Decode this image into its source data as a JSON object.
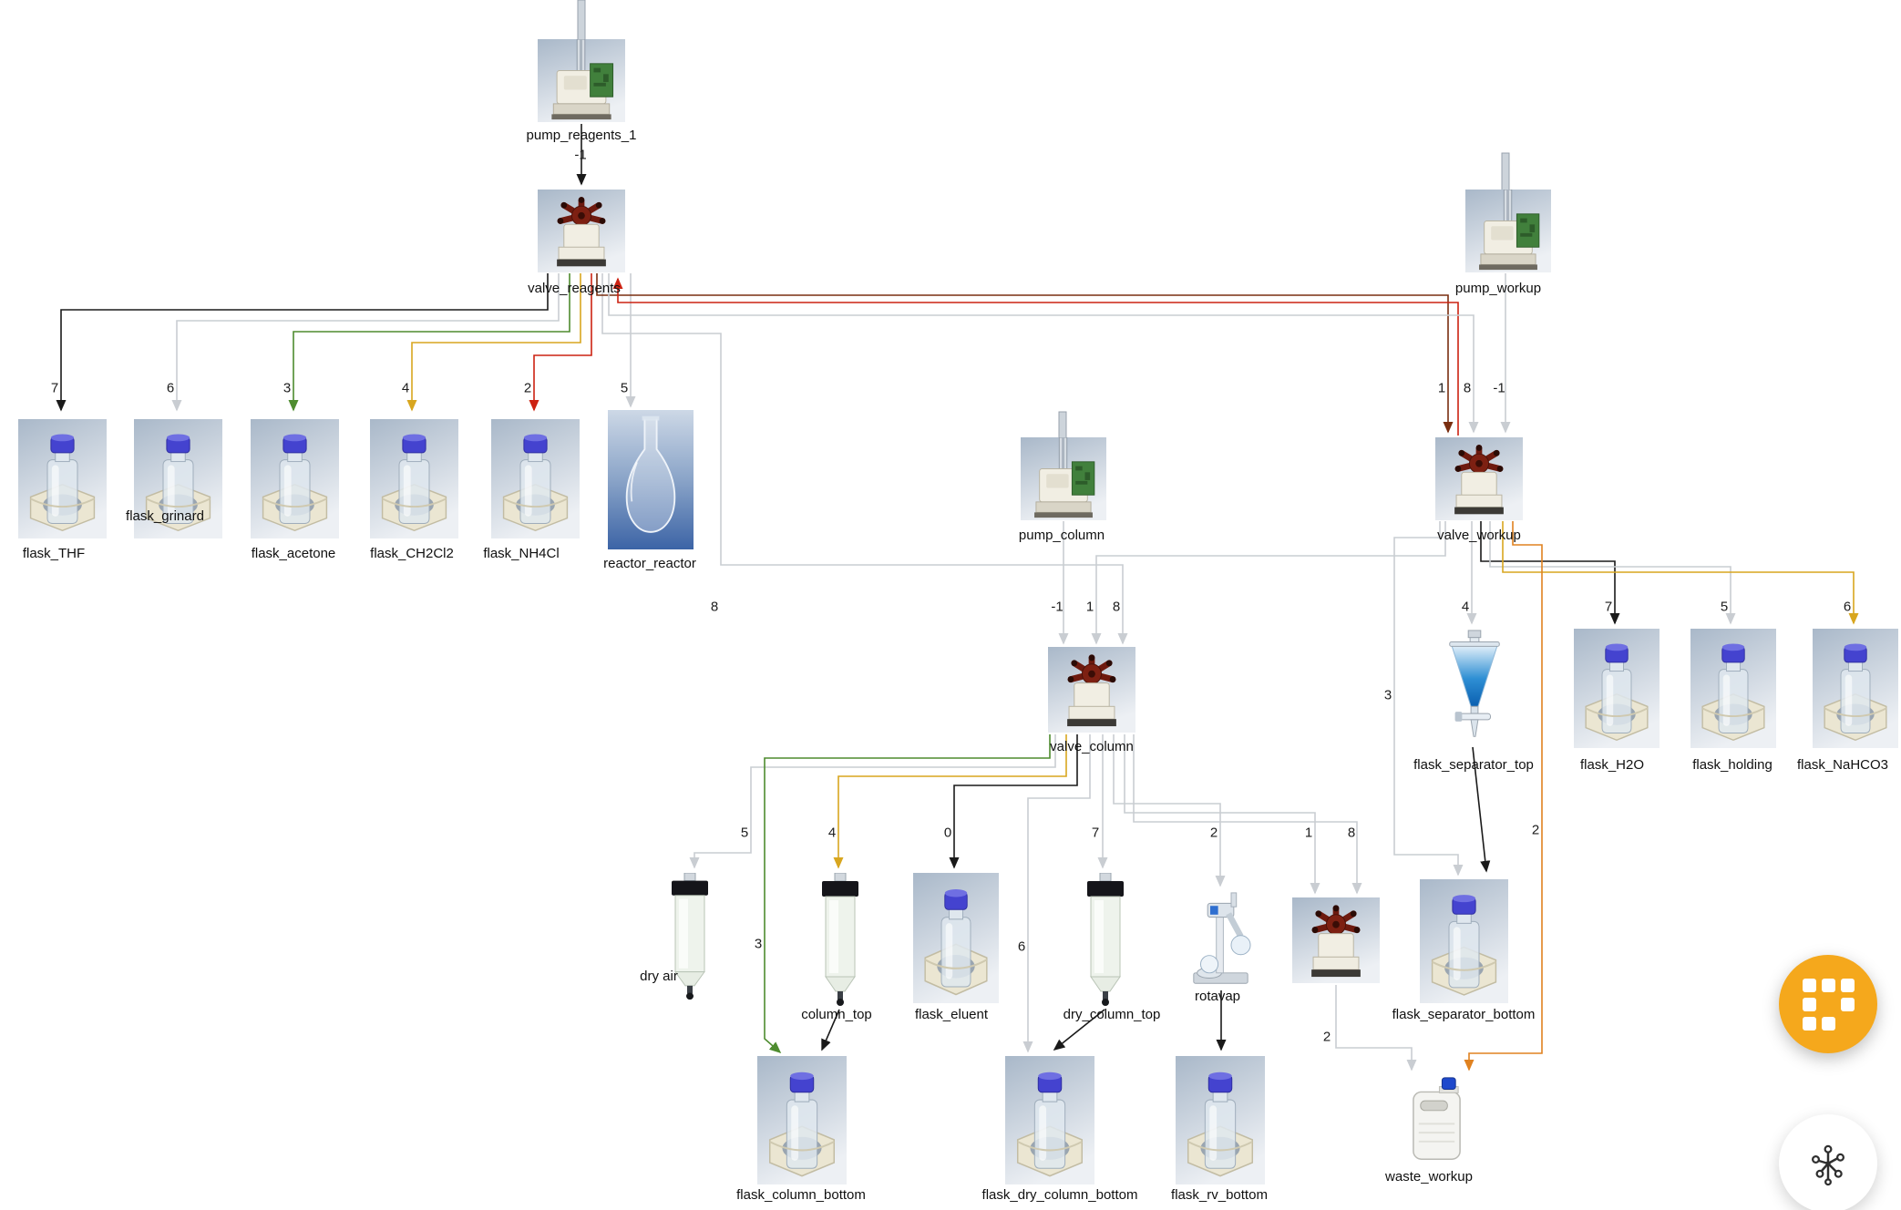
{
  "diagram": {
    "nodes": {
      "pump_reagents_1": {
        "label": "pump_reagents_1",
        "type": "pump"
      },
      "valve_reagents": {
        "label": "valve_reagents",
        "type": "valve"
      },
      "pump_workup": {
        "label": "pump_workup",
        "type": "pump"
      },
      "flask_THF": {
        "label": "flask_THF",
        "type": "flask"
      },
      "flask_grinard": {
        "label": "flask_grinard",
        "type": "flask"
      },
      "flask_acetone": {
        "label": "flask_acetone",
        "type": "flask"
      },
      "flask_CH2Cl2": {
        "label": "flask_CH2Cl2",
        "type": "flask"
      },
      "flask_NH4Cl": {
        "label": "flask_NH4Cl",
        "type": "flask"
      },
      "reactor_reactor": {
        "label": "reactor_reactor",
        "type": "reactor"
      },
      "pump_column": {
        "label": "pump_column",
        "type": "pump"
      },
      "valve_workup": {
        "label": "valve_workup",
        "type": "valve"
      },
      "valve_column": {
        "label": "valve_column",
        "type": "valve"
      },
      "flask_separator_top": {
        "label": "flask_separator_top",
        "type": "separating_funnel"
      },
      "flask_H2O": {
        "label": "flask_H2O",
        "type": "flask"
      },
      "flask_holding": {
        "label": "flask_holding",
        "type": "flask"
      },
      "flask_NaHCO3": {
        "label": "flask_NaHCO3",
        "type": "flask"
      },
      "dry_air": {
        "label": "dry air",
        "type": "column"
      },
      "column_top": {
        "label": "column_top",
        "type": "column"
      },
      "flask_eluent": {
        "label": "flask_eluent",
        "type": "flask"
      },
      "dry_column_top": {
        "label": "dry_column_top",
        "type": "column"
      },
      "rotavap": {
        "label": "rotavap",
        "type": "rotavap"
      },
      "valve_separator": {
        "label": "",
        "type": "valve"
      },
      "flask_separator_bottom": {
        "label": "flask_separator_bottom",
        "type": "flask"
      },
      "flask_column_bottom": {
        "label": "flask_column_bottom",
        "type": "flask"
      },
      "flask_dry_column_bottom": {
        "label": "flask_dry_column_bottom",
        "type": "flask"
      },
      "flask_rv_bottom": {
        "label": "flask_rv_bottom",
        "type": "flask"
      },
      "waste_workup": {
        "label": "waste_workup",
        "type": "waste"
      }
    },
    "edges": [
      {
        "from": "pump_reagents_1",
        "to": "valve_reagents",
        "labels": [
          "-1"
        ],
        "color": "black"
      },
      {
        "from": "valve_reagents",
        "to": "flask_THF",
        "labels": [
          "7"
        ],
        "color": "black"
      },
      {
        "from": "valve_reagents",
        "to": "flask_grinard",
        "labels": [
          "6"
        ],
        "color": "gray"
      },
      {
        "from": "valve_reagents",
        "to": "flask_acetone",
        "labels": [
          "3"
        ],
        "color": "green"
      },
      {
        "from": "valve_reagents",
        "to": "flask_CH2Cl2",
        "labels": [
          "4"
        ],
        "color": "gold"
      },
      {
        "from": "valve_reagents",
        "to": "flask_NH4Cl",
        "labels": [
          "2"
        ],
        "color": "red"
      },
      {
        "from": "valve_reagents",
        "to": "reactor_reactor",
        "labels": [
          "5"
        ],
        "color": "gray"
      },
      {
        "from": "valve_reagents",
        "to": "valve_column",
        "labels": [
          "8",
          "8"
        ],
        "color": "gray"
      },
      {
        "from": "valve_reagents",
        "to": "valve_workup",
        "labels": [
          "1"
        ],
        "color": "maroon"
      },
      {
        "from": "valve_workup",
        "to": "valve_reagents",
        "labels": [],
        "color": "red"
      },
      {
        "from": "valve_reagents",
        "to": "valve_workup",
        "labels": [
          "8"
        ],
        "color": "gray"
      },
      {
        "from": "pump_workup",
        "to": "valve_workup",
        "labels": [
          "-1"
        ],
        "color": "gray"
      },
      {
        "from": "pump_column",
        "to": "valve_column",
        "labels": [
          "-1"
        ],
        "color": "gray"
      },
      {
        "from": "valve_workup",
        "to": "valve_column",
        "labels": [
          "1"
        ],
        "color": "gray"
      },
      {
        "from": "valve_workup",
        "to": "flask_separator_top",
        "labels": [
          "4"
        ],
        "color": "gray"
      },
      {
        "from": "valve_workup",
        "to": "flask_H2O",
        "labels": [
          "7"
        ],
        "color": "black"
      },
      {
        "from": "valve_workup",
        "to": "flask_holding",
        "labels": [
          "5"
        ],
        "color": "gray"
      },
      {
        "from": "valve_workup",
        "to": "flask_NaHCO3",
        "labels": [
          "6"
        ],
        "color": "gold"
      },
      {
        "from": "valve_workup",
        "to": "flask_separator_bottom",
        "labels": [
          "3"
        ],
        "color": "gray"
      },
      {
        "from": "valve_column",
        "to": "dry_air",
        "labels": [
          "5"
        ],
        "color": "gray"
      },
      {
        "from": "valve_column",
        "to": "column_top",
        "labels": [
          "4"
        ],
        "color": "gold"
      },
      {
        "from": "valve_column",
        "to": "flask_eluent",
        "labels": [
          "0"
        ],
        "color": "black"
      },
      {
        "from": "valve_column",
        "to": "dry_column_top",
        "labels": [
          "7"
        ],
        "color": "gray"
      },
      {
        "from": "valve_column",
        "to": "rotavap",
        "labels": [
          "2"
        ],
        "color": "gray"
      },
      {
        "from": "valve_column",
        "to": "valve_separator",
        "labels": [
          "1"
        ],
        "color": "gray"
      },
      {
        "from": "valve_column",
        "to": "valve_separator",
        "labels": [
          "8"
        ],
        "color": "gray"
      },
      {
        "from": "valve_column",
        "to": "flask_column_bottom",
        "labels": [
          "3"
        ],
        "color": "green"
      },
      {
        "from": "valve_column",
        "to": "flask_dry_column_bottom",
        "labels": [
          "6"
        ],
        "color": "gray"
      },
      {
        "from": "valve_workup",
        "to": "waste_workup",
        "labels": [
          "2"
        ],
        "color": "orange"
      },
      {
        "from": "valve_separator",
        "to": "waste_workup",
        "labels": [
          "2"
        ],
        "color": "gray"
      },
      {
        "from": "flask_separator_top",
        "to": "flask_separator_bottom",
        "labels": [],
        "color": "black"
      },
      {
        "from": "column_top",
        "to": "flask_column_bottom",
        "labels": [],
        "color": "black"
      },
      {
        "from": "dry_column_top",
        "to": "flask_dry_column_bottom",
        "labels": [],
        "color": "black"
      },
      {
        "from": "rotavap",
        "to": "flask_rv_bottom",
        "labels": [],
        "color": "black"
      }
    ],
    "palette": {
      "edge_gray": "#c9cdd2",
      "edge_black": "#1a1a1a",
      "edge_green": "#4e8c2f",
      "edge_gold": "#d8a61f",
      "edge_red": "#cc2212",
      "edge_maroon": "#7a2e10",
      "edge_orange": "#e08220",
      "fab_orange": "#f5a81c",
      "cap_blue": "#4443cf",
      "pcb_green": "#41803c",
      "valve_red": "#7d2012"
    },
    "fab": {
      "apps_icon": "grid-squares-icon",
      "assistant_icon": "brain-circuit-icon"
    }
  }
}
